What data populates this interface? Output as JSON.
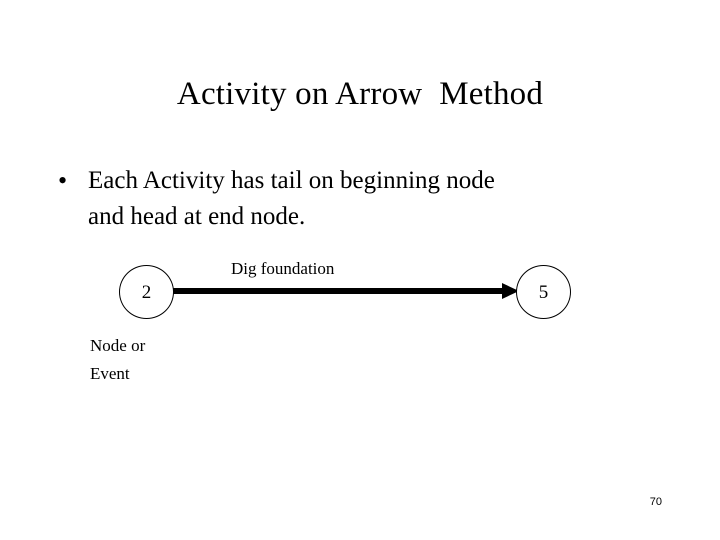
{
  "slide": {
    "title": "Activity on Arrow  Method",
    "page_number": "70",
    "background_color": "#ffffff",
    "text_color": "#000000"
  },
  "body": {
    "bullets": [
      {
        "marker": "•",
        "line1": "Each Activity has tail on beginning node",
        "line2": "and head at end node."
      }
    ]
  },
  "diagram": {
    "type": "activity-on-arrow-network",
    "nodes": [
      {
        "id": "node-2",
        "label": "2",
        "shape": "circle"
      },
      {
        "id": "node-5",
        "label": "5",
        "shape": "circle"
      }
    ],
    "arrow": {
      "label": "Dig foundation",
      "from": "2",
      "to": "5",
      "style": "solid-thick-arrow",
      "color": "#000000"
    },
    "annotations": [
      {
        "id": "node-caption",
        "line1": "Node or",
        "line2": "Event"
      }
    ]
  }
}
